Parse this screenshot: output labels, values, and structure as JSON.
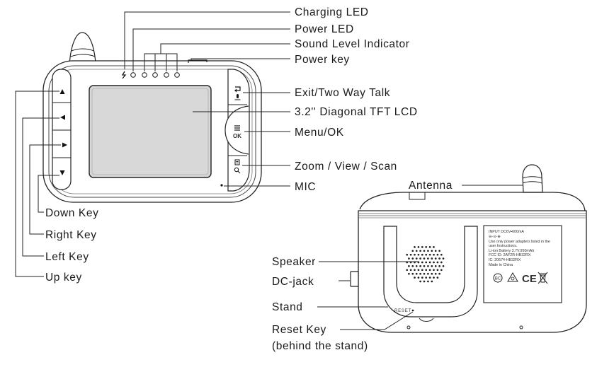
{
  "labels": {
    "charging_led": "Charging LED",
    "power_led": "Power LED",
    "sound_level_indicator": "Sound Level Indicator",
    "power_key": "Power key",
    "exit_talk": "Exit/Two Way Talk",
    "lcd": "3.2'' Diagonal TFT LCD",
    "menu_ok": "Menu/OK",
    "zoom_view_scan": "Zoom / View / Scan",
    "mic": "MIC",
    "down_key": "Down Key",
    "right_key": "Right Key",
    "left_key": "Left Key",
    "up_key": "Up key",
    "antenna": "Antenna",
    "speaker": "Speaker",
    "dc_jack": "DC-jack",
    "stand": "Stand",
    "reset_key": "Reset Key",
    "reset_key_note": "(behind the stand)"
  },
  "device": {
    "ok_text": "OK",
    "reset_text": "RESET",
    "rating_label": {
      "line1": "INPUT DC6V⏓600mA",
      "line2": "⊖-⊙-⊕",
      "line3": "Use only power adapters listed in the",
      "line4": "user Instructions.",
      "line5": "Li-ion Battery 3.7V,950mAh",
      "line6": "FCC ID: 2AF2R-HB32RX",
      "line7": "IC: 20674-HB32RX",
      "line8": "Made in China"
    },
    "cert_marks": {
      "bc": "BC",
      "ce": "CE"
    }
  }
}
